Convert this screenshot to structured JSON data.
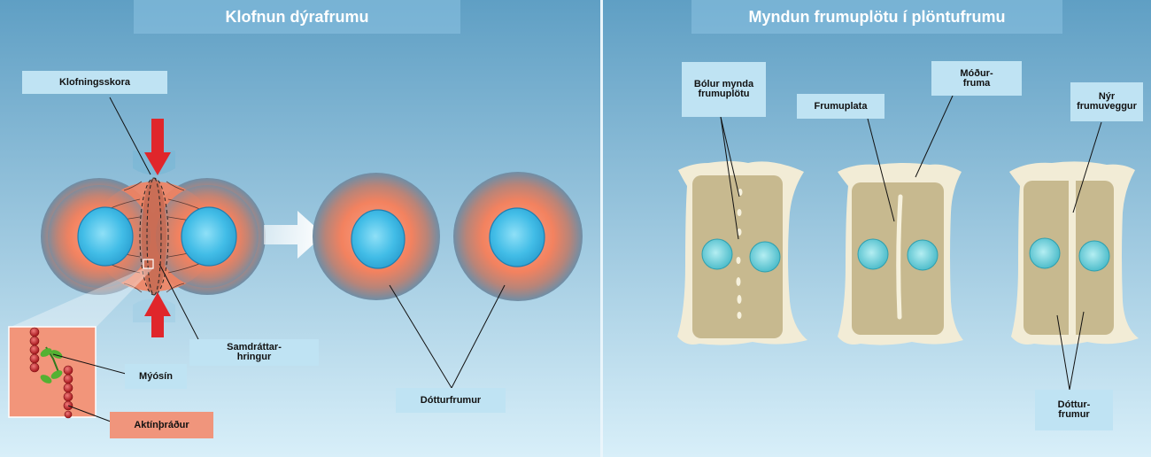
{
  "panels": {
    "left": {
      "title": "Klofnun dýrafrumu",
      "labels": {
        "cleavage_furrow": "Klofningsskora",
        "contractile_ring": "Samdráttar-\nhringur",
        "myosin": "Mýósín",
        "actin": "Aktínþráður",
        "daughter_cells": "Dótturfrumur"
      }
    },
    "right": {
      "title": "Myndun frumuplötu í plöntufrumu",
      "labels": {
        "vesicles": "Bólur mynda\nfrumuplötu",
        "cell_plate": "Frumuplata",
        "mother_cell": "Móður-\nfruma",
        "new_wall": "Nýr\nfrumuveggur",
        "daughter_cells": "Dóttur-\nfrumur"
      }
    }
  },
  "colors": {
    "bg_top": "#5f9fc4",
    "bg_bottom": "#d6eef9",
    "label_bg": "#bfe3f3",
    "actin_label_bg": "#f0957c",
    "nucleus": "#4fc3e8",
    "cytoplasm_core": "#f58a68",
    "cell_outer": "#6f8ea6",
    "arrow_red": "#e0262b",
    "plant_wall": "#f2ecd6",
    "plant_cytoplasm": "#c7b98f",
    "plant_nucleus": "#6ccfda",
    "actin_bead": "#c0262b",
    "myosin": "#53b132"
  }
}
